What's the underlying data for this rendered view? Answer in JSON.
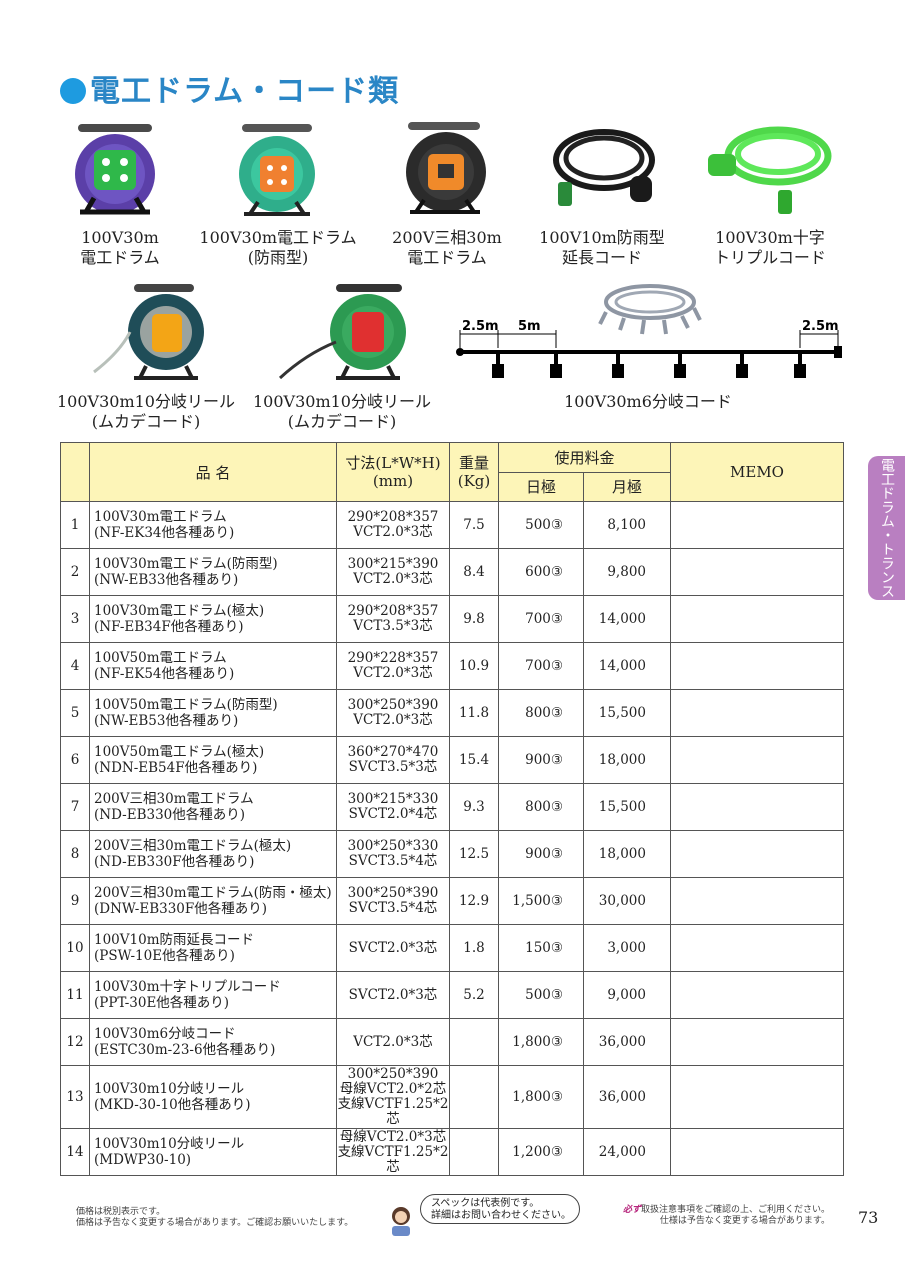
{
  "title": "電工ドラム・コード類",
  "captions": [
    {
      "l1": "100V30m",
      "l2": "電工ドラム"
    },
    {
      "l1": "100V30m電工ドラム",
      "l2": "(防雨型)"
    },
    {
      "l1": "200V三相30m",
      "l2": "電工ドラム"
    },
    {
      "l1": "100V10m防雨型",
      "l2": "延長コード"
    },
    {
      "l1": "100V30m十字",
      "l2": "トリプルコード"
    },
    {
      "l1": "100V30m10分岐リール",
      "l2": "(ムカデコード)"
    },
    {
      "l1": "100V30m10分岐リール",
      "l2": "(ムカデコード)"
    },
    {
      "l1": "100V30m6分岐コード",
      "l2": ""
    }
  ],
  "diagram": {
    "dim1": "2.5m",
    "dim2": "5m",
    "dim3": "2.5m"
  },
  "table": {
    "h_name": "品 名",
    "h_dim": "寸法(L*W*H)",
    "h_dim_unit": "(mm)",
    "h_weight": "重量",
    "h_weight_unit": "(Kg)",
    "h_fee": "使用料金",
    "h_day": "日極",
    "h_month": "月極",
    "h_memo": "MEMO",
    "rows": [
      {
        "no": "1",
        "name1": "100V30m電工ドラム",
        "name2": "(NF-EK34他各種あり)",
        "dim1": "290*208*357",
        "dim2": "VCT2.0*3芯",
        "dim3": "",
        "weight": "7.5",
        "day": "500③",
        "month": "8,100"
      },
      {
        "no": "2",
        "name1": "100V30m電工ドラム(防雨型)",
        "name2": "(NW-EB33他各種あり)",
        "dim1": "300*215*390",
        "dim2": "VCT2.0*3芯",
        "dim3": "",
        "weight": "8.4",
        "day": "600③",
        "month": "9,800"
      },
      {
        "no": "3",
        "name1": "100V30m電工ドラム(極太)",
        "name2": "(NF-EB34F他各種あり)",
        "dim1": "290*208*357",
        "dim2": "VCT3.5*3芯",
        "dim3": "",
        "weight": "9.8",
        "day": "700③",
        "month": "14,000"
      },
      {
        "no": "4",
        "name1": "100V50m電工ドラム",
        "name2": "(NF-EK54他各種あり)",
        "dim1": "290*228*357",
        "dim2": "VCT2.0*3芯",
        "dim3": "",
        "weight": "10.9",
        "day": "700③",
        "month": "14,000"
      },
      {
        "no": "5",
        "name1": "100V50m電工ドラム(防雨型)",
        "name2": "(NW-EB53他各種あり)",
        "dim1": "300*250*390",
        "dim2": "VCT2.0*3芯",
        "dim3": "",
        "weight": "11.8",
        "day": "800③",
        "month": "15,500"
      },
      {
        "no": "6",
        "name1": "100V50m電工ドラム(極太)",
        "name2": "(NDN-EB54F他各種あり)",
        "dim1": "360*270*470",
        "dim2": "SVCT3.5*3芯",
        "dim3": "",
        "weight": "15.4",
        "day": "900③",
        "month": "18,000"
      },
      {
        "no": "7",
        "name1": "200V三相30m電工ドラム",
        "name2": "(ND-EB330他各種あり)",
        "dim1": "300*215*330",
        "dim2": "SVCT2.0*4芯",
        "dim3": "",
        "weight": "9.3",
        "day": "800③",
        "month": "15,500"
      },
      {
        "no": "8",
        "name1": "200V三相30m電工ドラム(極太)",
        "name2": "(ND-EB330F他各種あり)",
        "dim1": "300*250*330",
        "dim2": "SVCT3.5*4芯",
        "dim3": "",
        "weight": "12.5",
        "day": "900③",
        "month": "18,000"
      },
      {
        "no": "9",
        "name1": "200V三相30m電工ドラム(防雨・極太)",
        "name2": "(DNW-EB330F他各種あり)",
        "dim1": "300*250*390",
        "dim2": "SVCT3.5*4芯",
        "dim3": "",
        "weight": "12.9",
        "day": "1,500③",
        "month": "30,000"
      },
      {
        "no": "10",
        "name1": "100V10m防雨延長コード",
        "name2": "(PSW-10E他各種あり)",
        "dim1": "SVCT2.0*3芯",
        "dim2": "",
        "dim3": "",
        "weight": "1.8",
        "day": "150③",
        "month": "3,000"
      },
      {
        "no": "11",
        "name1": "100V30m十字トリプルコード",
        "name2": "(PPT-30E他各種あり)",
        "dim1": "SVCT2.0*3芯",
        "dim2": "",
        "dim3": "",
        "weight": "5.2",
        "day": "500③",
        "month": "9,000"
      },
      {
        "no": "12",
        "name1": "100V30m6分岐コード",
        "name2": "(ESTC30m-23-6他各種あり)",
        "dim1": "VCT2.0*3芯",
        "dim2": "",
        "dim3": "",
        "weight": "",
        "day": "1,800③",
        "month": "36,000"
      },
      {
        "no": "13",
        "name1": "100V30m10分岐リール",
        "name2": "(MKD-30-10他各種あり)",
        "dim1": "300*250*390",
        "dim2": "母線VCT2.0*2芯",
        "dim3": "支線VCTF1.25*2芯",
        "weight": "",
        "day": "1,800③",
        "month": "36,000"
      },
      {
        "no": "14",
        "name1": "100V30m10分岐リール",
        "name2": "(MDWP30-10)",
        "dim1": "母線VCT2.0*3芯",
        "dim2": "支線VCTF1.25*2芯",
        "dim3": "",
        "weight": "",
        "day": "1,200③",
        "month": "24,000"
      }
    ]
  },
  "side_tab": "電工ドラム・トランス",
  "footer": {
    "left1": "価格は税別表示です。",
    "left2": "価格は予告なく変更する場合があります。ご確認お願いいたします。",
    "bubble1": "スペックは代表例です。",
    "bubble2": "詳細はお問い合わせください。",
    "right_mark": "必ず",
    "right1": "取扱注意事項をご確認の上、ご利用ください。",
    "right2": "仕様は予告なく変更する場合があります。"
  },
  "page_number": "73"
}
